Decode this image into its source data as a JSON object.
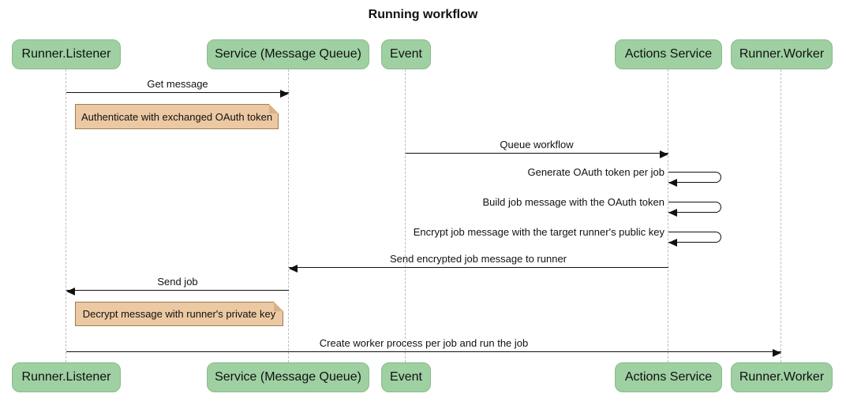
{
  "title": "Running workflow",
  "colors": {
    "participant_fill": "#9ed0a2",
    "participant_border": "#8bba8e",
    "note_fill": "#ecc9a3",
    "note_border": "#9e7c52",
    "note_fold": "#d9b184",
    "lifeline": "#bcbcbc",
    "arrow": "#111111",
    "background": "#ffffff"
  },
  "participants": [
    {
      "id": "runner-listener",
      "label": "Runner.Listener"
    },
    {
      "id": "service-message-queue",
      "label": "Service (Message Queue)"
    },
    {
      "id": "event",
      "label": "Event"
    },
    {
      "id": "actions-service",
      "label": "Actions Service"
    },
    {
      "id": "runner-worker",
      "label": "Runner.Worker"
    }
  ],
  "messages": [
    {
      "label": "Get message",
      "from": "Runner.Listener",
      "to": "Service (Message Queue)",
      "direction": "right"
    },
    {
      "label": "Queue workflow",
      "from": "Event",
      "to": "Actions Service",
      "direction": "right"
    },
    {
      "label": "Generate OAuth token per job",
      "from": "Actions Service",
      "to": "Actions Service",
      "direction": "self"
    },
    {
      "label": "Build job message with the OAuth token",
      "from": "Actions Service",
      "to": "Actions Service",
      "direction": "self"
    },
    {
      "label": "Encrypt job message with the target runner's public key",
      "from": "Actions Service",
      "to": "Actions Service",
      "direction": "self"
    },
    {
      "label": "Send encrypted job message to runner",
      "from": "Actions Service",
      "to": "Service (Message Queue)",
      "direction": "left"
    },
    {
      "label": "Send job",
      "from": "Service (Message Queue)",
      "to": "Runner.Listener",
      "direction": "left"
    },
    {
      "label": "Create worker process per job and run the job",
      "from": "Runner.Listener",
      "to": "Runner.Worker",
      "direction": "right"
    }
  ],
  "notes": [
    {
      "label": "Authenticate with exchanged OAuth token",
      "over": "Runner.Listener"
    },
    {
      "label": "Decrypt message with runner's private key",
      "over": "Runner.Listener"
    }
  ]
}
